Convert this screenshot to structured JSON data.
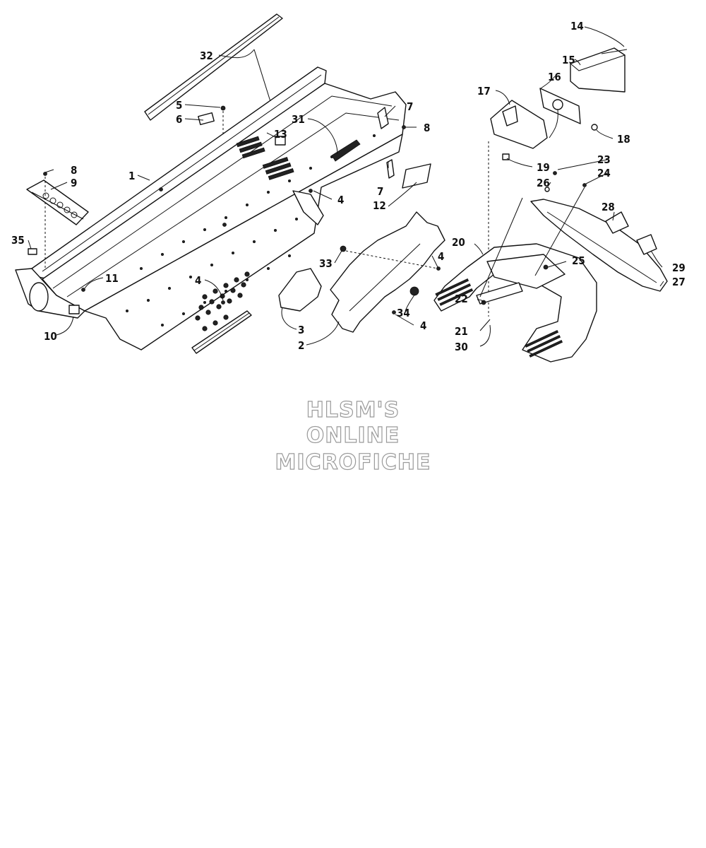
{
  "watermark": {
    "line1": "HLSM'S",
    "line2": "ONLINE",
    "line3": "MICROFICHE"
  },
  "callouts": [
    {
      "key": "c32",
      "text": "32"
    },
    {
      "key": "c5",
      "text": "5"
    },
    {
      "key": "c6",
      "text": "6"
    },
    {
      "key": "c31",
      "text": "31"
    },
    {
      "key": "c13",
      "text": "13"
    },
    {
      "key": "c7a",
      "text": "7"
    },
    {
      "key": "c8a",
      "text": "8"
    },
    {
      "key": "c8b",
      "text": "8"
    },
    {
      "key": "c9",
      "text": "9"
    },
    {
      "key": "c1",
      "text": "1"
    },
    {
      "key": "c7b",
      "text": "7"
    },
    {
      "key": "c12",
      "text": "12"
    },
    {
      "key": "c4a",
      "text": "4"
    },
    {
      "key": "c35",
      "text": "35"
    },
    {
      "key": "c11",
      "text": "11"
    },
    {
      "key": "c4b",
      "text": "4"
    },
    {
      "key": "c10",
      "text": "10"
    },
    {
      "key": "c33",
      "text": "33"
    },
    {
      "key": "c4c",
      "text": "4"
    },
    {
      "key": "c3",
      "text": "3"
    },
    {
      "key": "c2",
      "text": "2"
    },
    {
      "key": "c34",
      "text": "34"
    },
    {
      "key": "c4d",
      "text": "4"
    },
    {
      "key": "c14",
      "text": "14"
    },
    {
      "key": "c15",
      "text": "15"
    },
    {
      "key": "c16",
      "text": "16"
    },
    {
      "key": "c17",
      "text": "17"
    },
    {
      "key": "c18",
      "text": "18"
    },
    {
      "key": "c19",
      "text": "19"
    },
    {
      "key": "c23",
      "text": "23"
    },
    {
      "key": "c24",
      "text": "24"
    },
    {
      "key": "c26",
      "text": "26"
    },
    {
      "key": "c28",
      "text": "28"
    },
    {
      "key": "c20",
      "text": "20"
    },
    {
      "key": "c25",
      "text": "25"
    },
    {
      "key": "c29",
      "text": "29"
    },
    {
      "key": "c27",
      "text": "27"
    },
    {
      "key": "c22",
      "text": "22"
    },
    {
      "key": "c21",
      "text": "21"
    },
    {
      "key": "c30",
      "text": "30"
    }
  ]
}
